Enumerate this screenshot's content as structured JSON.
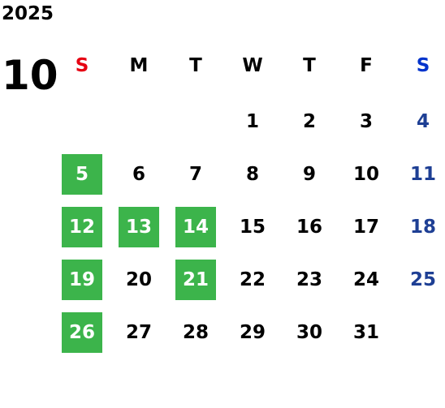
{
  "calendar": {
    "year": "2025",
    "month": "10",
    "weekdays": [
      "S",
      "M",
      "T",
      "W",
      "T",
      "F",
      "S"
    ],
    "colors": {
      "sunday_header": "#e60012",
      "saturday_header": "#0033cc",
      "saturday_day": "#1e3f94",
      "highlight_bg": "#3cb44b",
      "highlight_text": "#ffffff",
      "default_text": "#000000"
    },
    "weeks": [
      [
        "",
        "",
        "",
        "1",
        "2",
        "3",
        "4"
      ],
      [
        "5",
        "6",
        "7",
        "8",
        "9",
        "10",
        "11"
      ],
      [
        "12",
        "13",
        "14",
        "15",
        "16",
        "17",
        "18"
      ],
      [
        "19",
        "20",
        "21",
        "22",
        "23",
        "24",
        "25"
      ],
      [
        "26",
        "27",
        "28",
        "29",
        "30",
        "31",
        ""
      ]
    ],
    "highlighted": [
      "5",
      "12",
      "13",
      "14",
      "19",
      "21",
      "26"
    ]
  }
}
